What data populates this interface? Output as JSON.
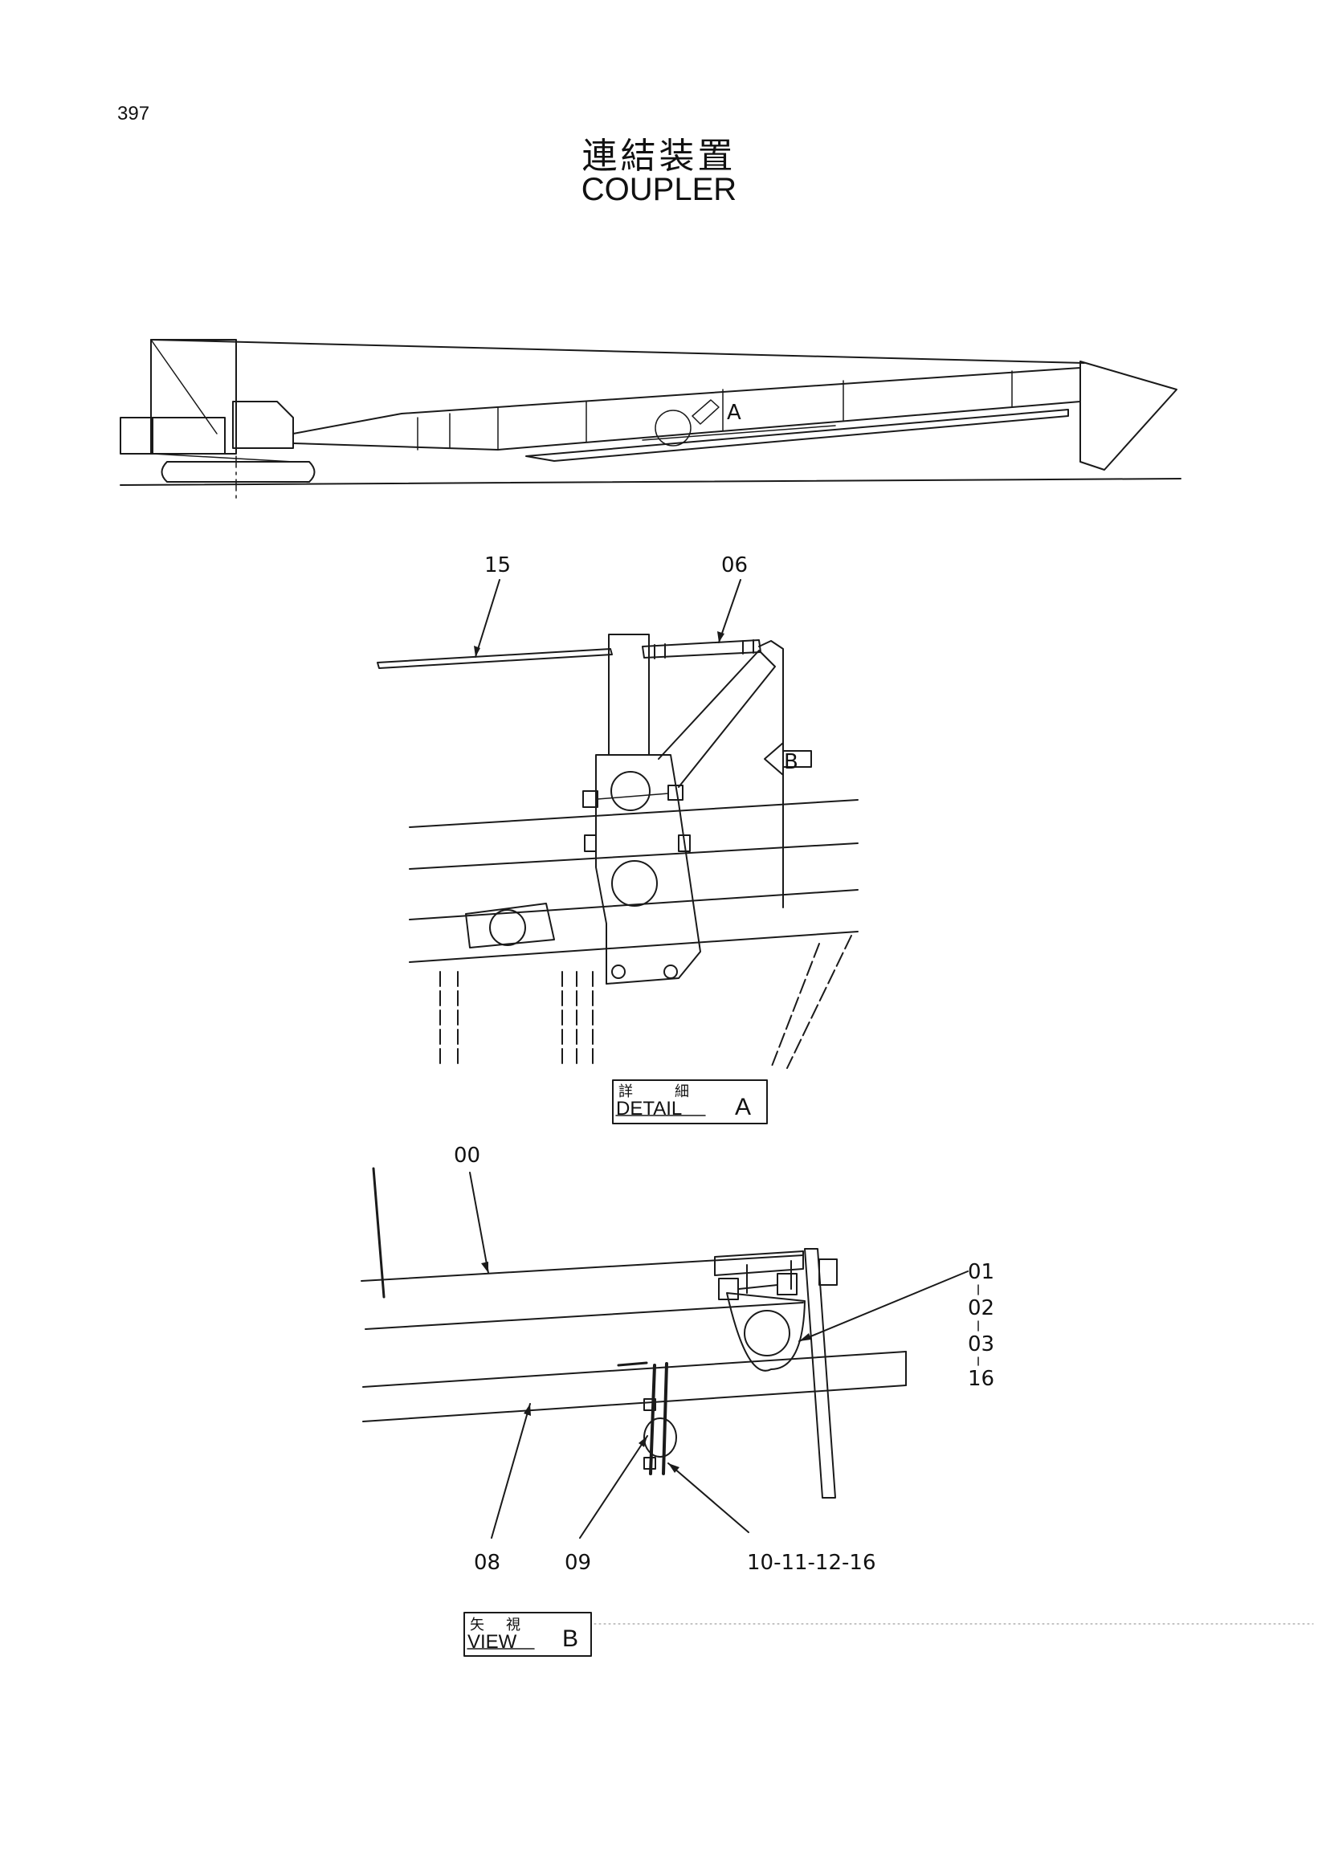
{
  "page_number": "397",
  "title": {
    "japanese": "連結装置",
    "english": "COUPLER"
  },
  "overview": {
    "callout": "A"
  },
  "detail_a": {
    "callouts": [
      "15",
      "06"
    ],
    "view_arrow_label": "B",
    "caption_jp_1": "詳",
    "caption_jp_2": "細",
    "caption_en": "DETAIL",
    "caption_letter": "A"
  },
  "view_b": {
    "callout_00": "00",
    "callout_stack": [
      "01",
      "02",
      "03",
      "16"
    ],
    "callout_08": "08",
    "callout_09": "09",
    "callout_10": "10-11-12-16",
    "caption_jp_1": "矢",
    "caption_jp_2": "視",
    "caption_en": "VIEW",
    "caption_letter": "B"
  }
}
